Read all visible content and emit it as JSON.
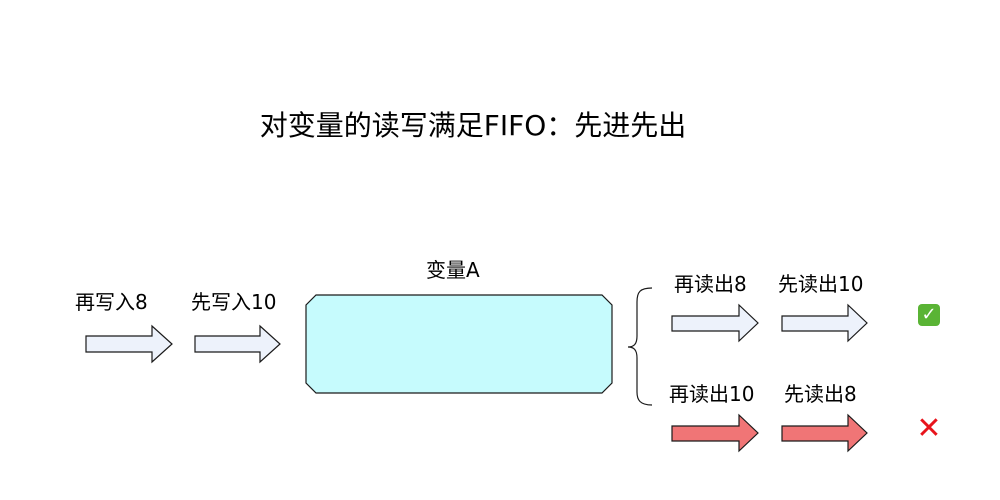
{
  "title": "对变量的读写满足FIFO：先进先出",
  "variable": {
    "label": "变量A",
    "fill": "#c6fbfd"
  },
  "writes": [
    {
      "label": "再写入8"
    },
    {
      "label": "先写入10"
    }
  ],
  "reads": {
    "correct": {
      "first_label": "再读出8",
      "second_label": "先读出10",
      "arrow_fill": "#edf2fb",
      "status_icon": "check-icon",
      "status_color": "#5ab435"
    },
    "wrong": {
      "first_label": "再读出10",
      "second_label": "先读出8",
      "arrow_fill": "#f07576",
      "status_icon": "cross-icon",
      "status_color": "#e8141c"
    }
  },
  "icons": {
    "check": "✓",
    "cross": "✕"
  },
  "colors": {
    "write_arrow_fill": "#edf2fb",
    "stroke": "#1a1a1a"
  }
}
